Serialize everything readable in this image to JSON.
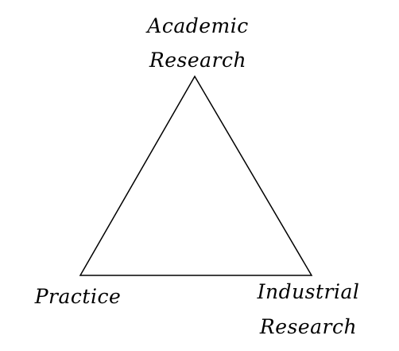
{
  "diagram": {
    "vertices": {
      "top": {
        "line1": "Academic",
        "line2": "Research"
      },
      "bottom_left": {
        "line1": "Practice"
      },
      "bottom_right": {
        "line1": "Industrial",
        "line2": "Research"
      }
    }
  },
  "colors": {
    "stroke": "#000000",
    "background": "#ffffff"
  }
}
